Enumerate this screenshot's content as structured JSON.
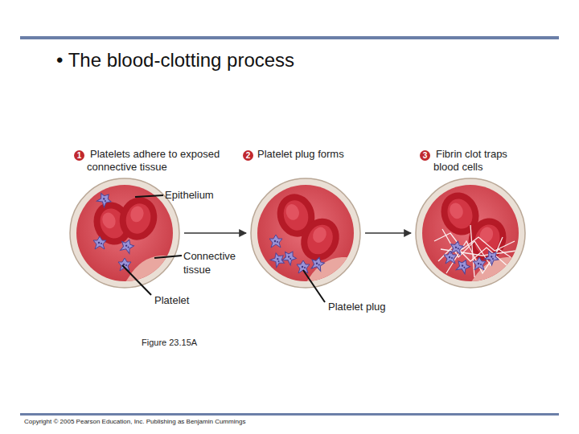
{
  "diagram": {
    "title": "• The blood-clotting process",
    "nodes": [
      {
        "text": [
          "1",
          "Platelets adhere to exposed connective tissue"
        ]
      },
      {
        "text": [
          "2",
          "Platelet plug forms"
        ]
      },
      {
        "text": [
          "3",
          "Fibrin clot traps blood cells"
        ]
      }
    ],
    "edges": [
      {
        "from": 0,
        "to": 1,
        "arrow": "to"
      },
      {
        "from": 1,
        "to": 2,
        "arrow": "to"
      }
    ],
    "labels": [
      "Epithelium",
      "Connective tissue",
      "Platelet",
      "Platelet plug",
      "Figure 23.15A",
      "Copyright © 2005 Pearson Education, Inc. Publishing as Benjamin Cummings"
    ]
  }
}
